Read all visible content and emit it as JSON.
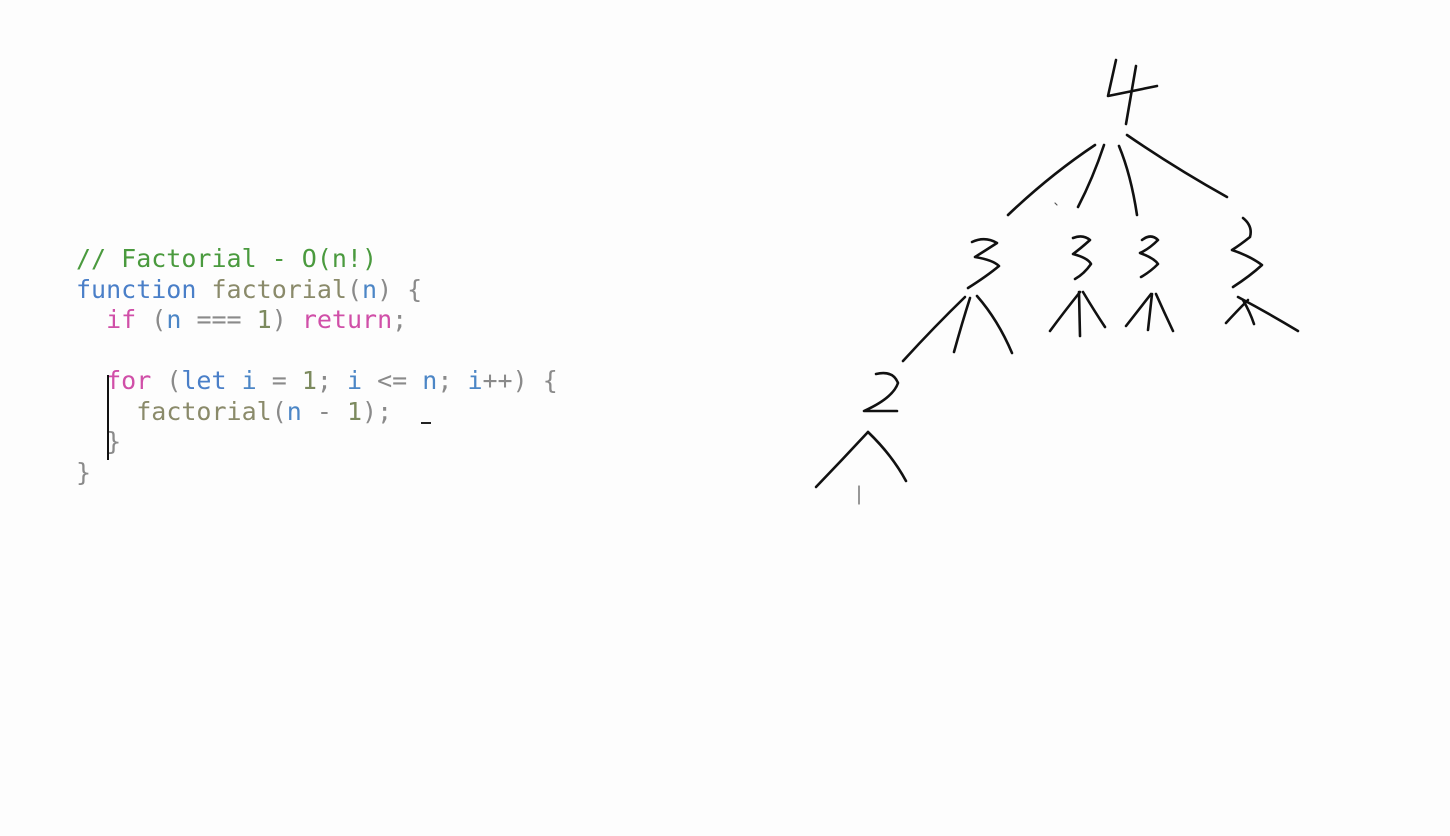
{
  "code": {
    "lines": [
      [
        {
          "t": "// Factorial - O(n!)",
          "c": "comment"
        }
      ],
      [
        {
          "t": "function",
          "c": "kw-blue"
        },
        {
          "t": " ",
          "c": "punct"
        },
        {
          "t": "factorial",
          "c": "fn"
        },
        {
          "t": "(",
          "c": "punct"
        },
        {
          "t": "n",
          "c": "var"
        },
        {
          "t": ") {",
          "c": "punct"
        }
      ],
      [
        {
          "t": "  ",
          "c": "punct"
        },
        {
          "t": "if",
          "c": "kw-pink"
        },
        {
          "t": " (",
          "c": "punct"
        },
        {
          "t": "n",
          "c": "var"
        },
        {
          "t": " === ",
          "c": "punct"
        },
        {
          "t": "1",
          "c": "num"
        },
        {
          "t": ") ",
          "c": "punct"
        },
        {
          "t": "return",
          "c": "kw-pink"
        },
        {
          "t": ";",
          "c": "punct"
        }
      ],
      [
        {
          "t": "",
          "c": "punct"
        }
      ],
      [
        {
          "t": "  ",
          "c": "punct"
        },
        {
          "t": "for",
          "c": "kw-pink"
        },
        {
          "t": " (",
          "c": "punct"
        },
        {
          "t": "let",
          "c": "kw-blue"
        },
        {
          "t": " ",
          "c": "punct"
        },
        {
          "t": "i",
          "c": "var"
        },
        {
          "t": " = ",
          "c": "punct"
        },
        {
          "t": "1",
          "c": "num"
        },
        {
          "t": "; ",
          "c": "punct"
        },
        {
          "t": "i",
          "c": "var"
        },
        {
          "t": " <= ",
          "c": "punct"
        },
        {
          "t": "n",
          "c": "var"
        },
        {
          "t": "; ",
          "c": "punct"
        },
        {
          "t": "i",
          "c": "var"
        },
        {
          "t": "++) {",
          "c": "punct"
        }
      ],
      [
        {
          "t": "    ",
          "c": "punct"
        },
        {
          "t": "factorial",
          "c": "fn"
        },
        {
          "t": "(",
          "c": "punct"
        },
        {
          "t": "n",
          "c": "var"
        },
        {
          "t": " - ",
          "c": "punct"
        },
        {
          "t": "1",
          "c": "num"
        },
        {
          "t": ");",
          "c": "punct"
        }
      ],
      [
        {
          "t": "  }",
          "c": "punct"
        }
      ],
      [
        {
          "t": "}",
          "c": "punct"
        }
      ]
    ]
  },
  "tree": {
    "root": {
      "label": "4"
    },
    "level1": [
      {
        "label": "3"
      },
      {
        "label": "3"
      },
      {
        "label": "3"
      },
      {
        "label": "3"
      }
    ],
    "level2": [
      {
        "label": "2"
      }
    ]
  }
}
